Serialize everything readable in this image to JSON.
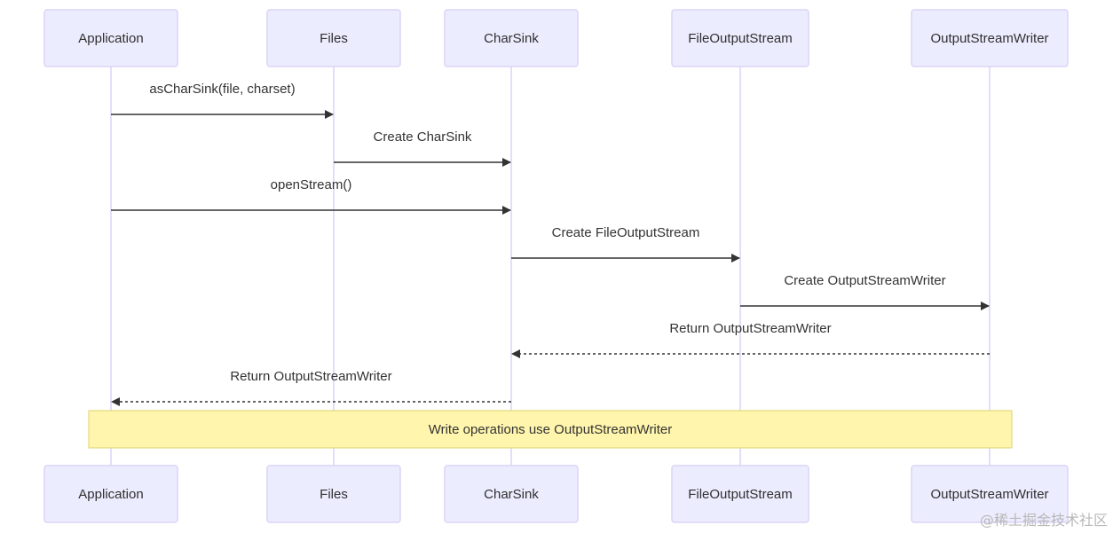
{
  "actors": [
    {
      "id": "application",
      "label": "Application"
    },
    {
      "id": "files",
      "label": "Files"
    },
    {
      "id": "charsink",
      "label": "CharSink"
    },
    {
      "id": "fileoutputstream",
      "label": "FileOutputStream"
    },
    {
      "id": "outputstreamwriter",
      "label": "OutputStreamWriter"
    }
  ],
  "messages": [
    {
      "from": "application",
      "to": "files",
      "label": "asCharSink(file, charset)",
      "style": "solid"
    },
    {
      "from": "files",
      "to": "charsink",
      "label": "Create CharSink",
      "style": "solid"
    },
    {
      "from": "application",
      "to": "charsink",
      "label": "openStream()",
      "style": "solid"
    },
    {
      "from": "charsink",
      "to": "fileoutputstream",
      "label": "Create FileOutputStream",
      "style": "solid"
    },
    {
      "from": "fileoutputstream",
      "to": "outputstreamwriter",
      "label": "Create OutputStreamWriter",
      "style": "solid"
    },
    {
      "from": "outputstreamwriter",
      "to": "charsink",
      "label": "Return OutputStreamWriter",
      "style": "dashed"
    },
    {
      "from": "charsink",
      "to": "application",
      "label": "Return OutputStreamWriter",
      "style": "dashed"
    }
  ],
  "note": {
    "over": [
      "application",
      "outputstreamwriter"
    ],
    "text": "Write operations use OutputStreamWriter"
  },
  "watermark": "@稀土掘金技术社区"
}
